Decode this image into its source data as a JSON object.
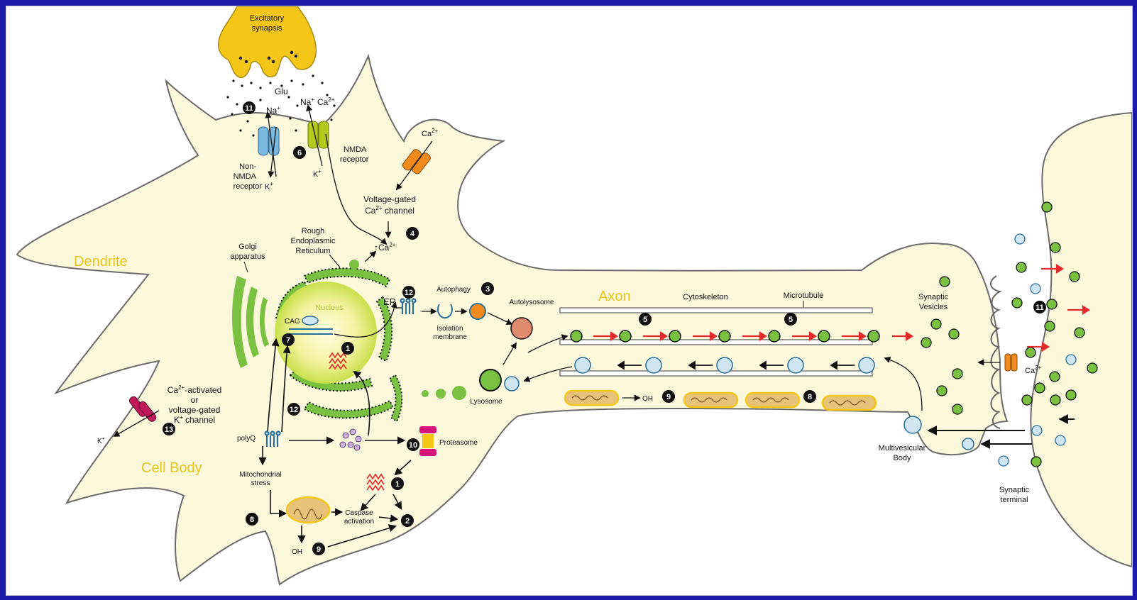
{
  "colors": {
    "background": "#1a1aa8",
    "cytoplasm": "#fbf8dc",
    "membrane": "#6b6b6b",
    "er": "#7ac142",
    "vesicle": "#7ac142",
    "clathrin_vesicle": "#cfe6f2",
    "synapse": "#f5c518",
    "red_arrow": "#e32b2b",
    "region_label": "#e8c41a",
    "mitochondria": "#e7c27a",
    "proteasome": "#d6147c",
    "receptor_blue": "#7ab8e0",
    "receptor_green": "#b3c91d",
    "channel_orange": "#f08a1c",
    "k_channel": "#c0185a"
  },
  "regions": {
    "dendrite": "Dendrite",
    "cell_body": "Cell Body",
    "axon": "Axon"
  },
  "labels": {
    "excitatory_synapse_1": "Excitatory",
    "excitatory_synapse_2": "synapsis",
    "glu": "Glu",
    "na": "Na",
    "na_sup": "+",
    "na2": "Na",
    "na2_sup": "+",
    "ca_a": "Ca",
    "ca_a_sup": "2+",
    "non_nmda_1": "Non-",
    "non_nmda_2": "NMDA",
    "non_nmda_3": "receptor",
    "k1": "K",
    "k1_sup": "+",
    "k2": "K",
    "k2_sup": "+",
    "nmda_1": "NMDA",
    "nmda_2": "receptor",
    "ca_ext": "Ca",
    "ca_ext_sup": "2+",
    "vgcc_1": "Voltage-gated",
    "vgcc_2a": "Ca",
    "vgcc_2sup": "2+",
    "vgcc_2b": " channel",
    "ca_up": "↑Ca",
    "ca_up_sup": "2+",
    "rer_1": "Rough",
    "rer_2": "Endoplasmic",
    "rer_3": "Reticulum",
    "golgi_1": "Golgi",
    "golgi_2": "apparatus",
    "nucleus": "Nucleus",
    "cag": "CAG",
    "er": "ER",
    "autophagy": "Autophagy",
    "isolation_1": "Isolation",
    "isolation_2": "membrane",
    "autolysosome": "Autolysosome",
    "lysosome": "Lysosome",
    "cytoskeleton": "Cytoskeleton",
    "microtubule": "Microtubule",
    "synaptic_vesicles_1": "Synaptic",
    "synaptic_vesicles_2": "Vesicles",
    "kca_1a": "Ca",
    "kca_1sup": "2+",
    "kca_1b": "-activated",
    "kca_2": "or",
    "kca_3": "voltage-gated",
    "kca_4a": "K",
    "kca_4sup": "+",
    "kca_4b": " channel",
    "k_out": "K",
    "k_out_sup": "+",
    "polyq": "polyQ",
    "proteasome": "Proteasome",
    "mito_stress_1": "Mitochondrial",
    "mito_stress_2": "stress",
    "caspase_1": "Caspase",
    "caspase_2": "activation",
    "oh_1": "OH",
    "oh_2": "OH",
    "ca_term": "Ca",
    "ca_term_sup": "2+",
    "mvb_1": "Multivesicular",
    "mvb_2": "Body",
    "synaptic_terminal_1": "Synaptic",
    "synaptic_terminal_2": "terminal"
  },
  "numbers": {
    "n11a": "11",
    "n6": "6",
    "n4": "4",
    "n3": "3",
    "n12a": "12",
    "n7": "7",
    "n1a": "1",
    "n12b": "12",
    "n13": "13",
    "n10": "10",
    "n1b": "1",
    "n2": "2",
    "n8a": "8",
    "n9a": "9",
    "n5a": "5",
    "n5b": "5",
    "n9b": "9",
    "n8b": "8",
    "n11b": "11"
  }
}
